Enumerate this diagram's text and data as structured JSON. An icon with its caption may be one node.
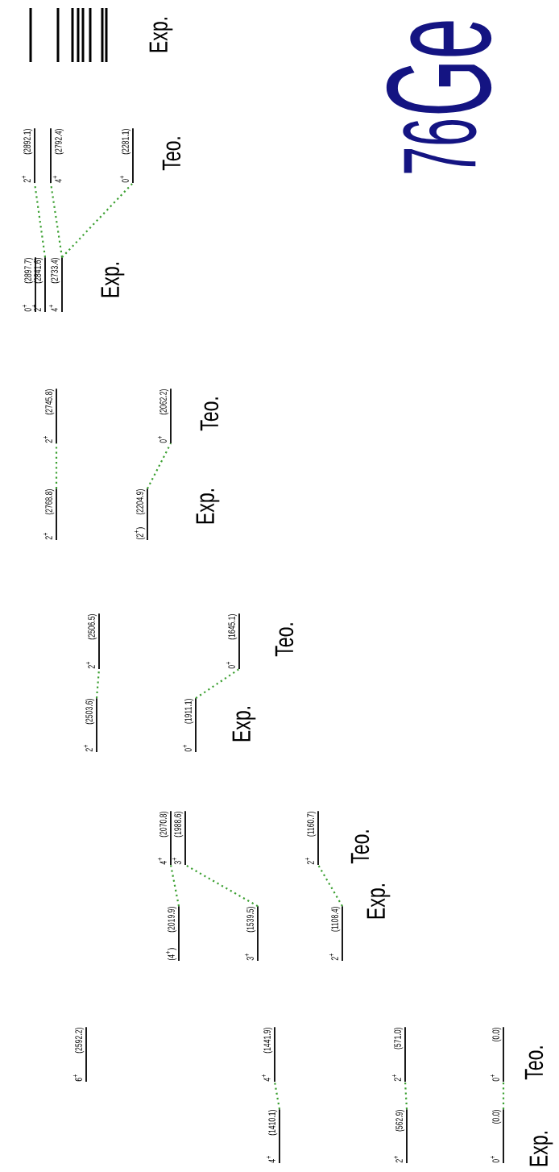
{
  "diagram": {
    "title": "$^{76}$Ge",
    "nodes": [
      {
        "text": [
          "0$^{+}$",
          "(0.0)"
        ]
      },
      {
        "text": [
          "2$^{+}$",
          "(562.9)"
        ]
      },
      {
        "text": [
          "4$^{+}$",
          "(1410.1)"
        ]
      },
      {
        "text": [
          "0$^{+}$",
          "(0.0)"
        ]
      },
      {
        "text": [
          "2$^{+}$",
          "(571.0)"
        ]
      },
      {
        "text": [
          "4$^{+}$",
          "(1441.9)"
        ]
      },
      {
        "text": [
          "6$^{+}$",
          "(2592.2)"
        ]
      },
      {
        "text": [
          "2$^{+}$",
          "(1108.4)"
        ]
      },
      {
        "text": [
          "3$^{+}$",
          "(1539.5)"
        ]
      },
      {
        "text": [
          "(4$^{+}$)",
          "(2019.9)"
        ]
      },
      {
        "text": [
          "2$^{+}$",
          "(1160.7)"
        ]
      },
      {
        "text": [
          "3$^{+}$",
          "(1988.6)"
        ]
      },
      {
        "text": [
          "4$^{+}$",
          "(2070.8)"
        ]
      },
      {
        "text": [
          "0$^{+}$",
          "(1911.1)"
        ]
      },
      {
        "text": [
          "2$^{+}$",
          "(2503.6)"
        ]
      },
      {
        "text": [
          "0$^{+}$",
          "(1645.1)"
        ]
      },
      {
        "text": [
          "2$^{+}$",
          "(2506.5)"
        ]
      },
      {
        "text": [
          "(2$^{+}$)",
          "(2204.9)"
        ]
      },
      {
        "text": [
          "2$^{+}$",
          "(2768.8)"
        ]
      },
      {
        "text": [
          "0$^{+}$",
          "(2062.2)"
        ]
      },
      {
        "text": [
          "2$^{+}$",
          "(2745.8)"
        ]
      },
      {
        "text": [
          "4$^{+}$",
          "(2733.4)"
        ]
      },
      {
        "text": [
          "2$^{+}$",
          "(2841.6)"
        ]
      },
      {
        "text": [
          "0$^{+}$",
          "(2897.7)"
        ]
      },
      {
        "text": [
          "0$^{+}$",
          "(2281.1)"
        ]
      },
      {
        "text": [
          "4$^{+}$",
          "(2792.4)"
        ]
      },
      {
        "text": [
          "2$^{+}$",
          "(2892.1)"
        ]
      },
      {
        "text": [],
        "shape": "bar"
      },
      {
        "text": [],
        "shape": "bar"
      },
      {
        "text": [],
        "shape": "bar"
      },
      {
        "text": [],
        "shape": "bar"
      },
      {
        "text": [],
        "shape": "bar"
      },
      {
        "text": [],
        "shape": "bar"
      },
      {
        "text": [],
        "shape": "bar"
      },
      {
        "text": [],
        "shape": "bar"
      }
    ],
    "edges": [
      {
        "from": 0,
        "to": 3,
        "arrow": "none"
      },
      {
        "from": 1,
        "to": 4,
        "arrow": "none"
      },
      {
        "from": 2,
        "to": 5,
        "arrow": "none"
      },
      {
        "from": 7,
        "to": 10,
        "arrow": "none"
      },
      {
        "from": 8,
        "to": 11,
        "arrow": "none"
      },
      {
        "from": 9,
        "to": 12,
        "arrow": "none"
      },
      {
        "from": 13,
        "to": 15,
        "arrow": "none"
      },
      {
        "from": 14,
        "to": 16,
        "arrow": "none"
      },
      {
        "from": 17,
        "to": 19,
        "arrow": "none"
      },
      {
        "from": 18,
        "to": 20,
        "arrow": "none"
      },
      {
        "from": 21,
        "to": 25,
        "arrow": "none"
      },
      {
        "from": 22,
        "to": 26,
        "arrow": "none"
      },
      {
        "from": 21,
        "to": 24,
        "arrow": "none"
      }
    ],
    "labels": [
      "Exp.",
      "Teo.",
      "Exp.",
      "Teo.",
      "Exp.",
      "Teo.",
      "Exp.",
      "Teo.",
      "Exp.",
      "Teo.",
      "Exp."
    ]
  }
}
